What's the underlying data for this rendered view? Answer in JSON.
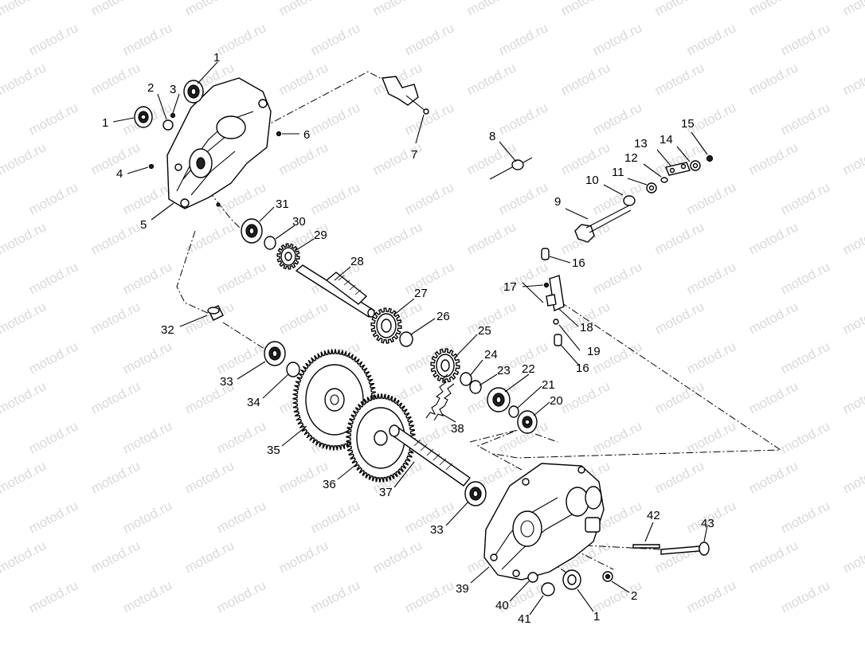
{
  "watermark": {
    "text": "motod.ru",
    "color": "#d9d9d9"
  },
  "callouts": [
    "1",
    "2",
    "3",
    "1",
    "4",
    "5",
    "6",
    "7",
    "8",
    "9",
    "10",
    "11",
    "12",
    "13",
    "14",
    "15",
    "16",
    "17",
    "18",
    "19",
    "16",
    "20",
    "21",
    "22",
    "23",
    "24",
    "25",
    "26",
    "27",
    "28",
    "29",
    "30",
    "31",
    "32",
    "33",
    "34",
    "35",
    "36",
    "37",
    "38",
    "33",
    "39",
    "40",
    "41",
    "1",
    "2",
    "42",
    "43"
  ]
}
